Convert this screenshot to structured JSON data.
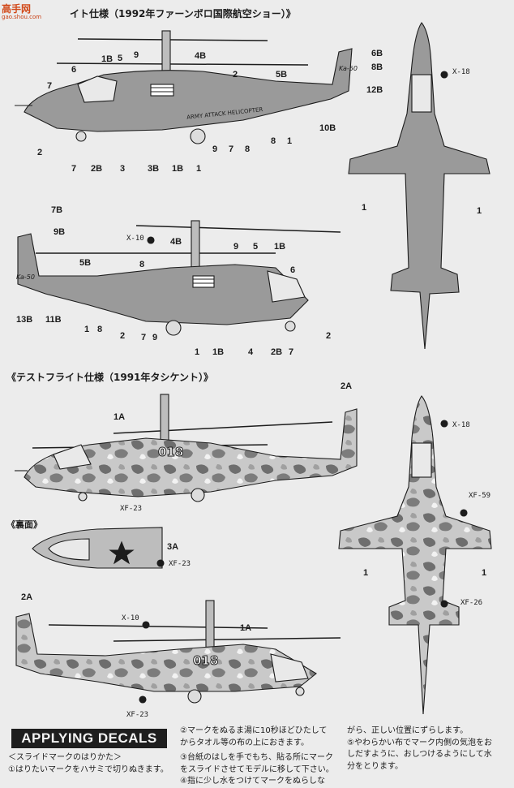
{
  "watermark": {
    "logo": "高手网",
    "url": "gao.shou.com"
  },
  "sections": {
    "farnborough": "イト仕様（1992年ファーンボロ国際航空ショー）》",
    "test_flight": "《テストフライト仕様（1991年タシケント）》",
    "underside": "《裏面》"
  },
  "top_side_labels": [
    "6B",
    "8B",
    "12B",
    "5B",
    "4B",
    "9",
    "5",
    "1B",
    "6",
    "7",
    "2",
    "7",
    "2B",
    "3",
    "3B",
    "1B",
    "1",
    "9",
    "7",
    "8",
    "8",
    "1",
    "10B"
  ],
  "top_view_a_labels": [
    "X-18",
    "1",
    "1"
  ],
  "second_side_labels": [
    "7B",
    "9B",
    "X-10",
    "4B",
    "9",
    "5",
    "1B",
    "5B",
    "8",
    "6",
    "13B",
    "11B",
    "1",
    "8",
    "2",
    "7",
    "9",
    "1",
    "1B",
    "4",
    "2B",
    "7",
    "2"
  ],
  "test_side_labels": [
    "1A",
    "XF-23"
  ],
  "test_top_labels": [
    "2A",
    "X-18",
    "XF-59",
    "1",
    "1",
    "XF-26"
  ],
  "underside_labels": [
    "3A",
    "XF-23"
  ],
  "bottom_side_labels": [
    "2A",
    "X-10",
    "1A",
    "XF-23"
  ],
  "aircraft_text": {
    "hokum": "Ka-50",
    "army": "ARMY ATTACK HELICOPTER",
    "bort": "018"
  },
  "applying": {
    "title": "APPLYING DECALS",
    "subtitle": "＜スライドマークのはりかた＞",
    "steps": [
      "①はりたいマークをハサミで切りぬきます。",
      "②マークをぬるま湯に10秒ほどひたして",
      "からタオル等の布の上におきます。",
      "③台紙のはしを手でもち、貼る所にマーク",
      "をスライドさせてモデルに移して下さい。",
      "④指に少し水をつけてマークをぬらしな",
      "がら、正しい位置にずらします。",
      "⑤やわらかい布でマーク内側の気泡をお",
      "しだすように、おしつけるようにして水",
      "分をとります。"
    ]
  },
  "colors": {
    "ink": "#1c1c1c",
    "paper": "#ececec",
    "grey": "#9a9a9a",
    "camo_dark": "#6e6e6e",
    "camo_light": "#c9c9c9",
    "logo": "#d24a1a"
  }
}
